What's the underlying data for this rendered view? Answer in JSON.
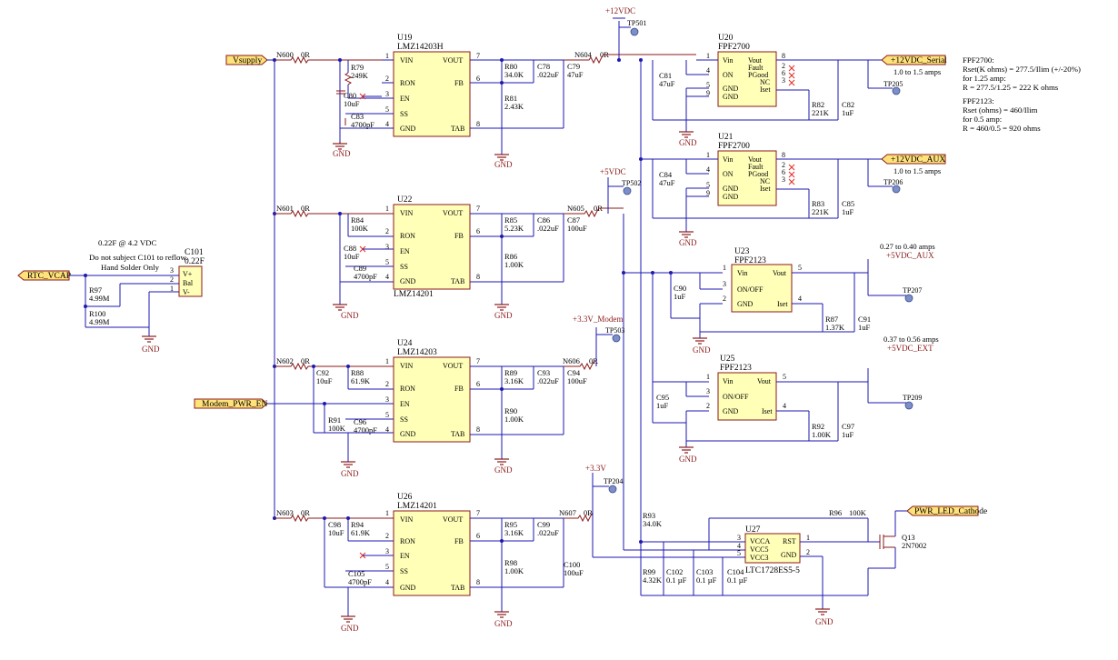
{
  "ports": {
    "vsupply": "Vsupply",
    "rtc_vcap": "RTC_VCAP",
    "modem_pwr_en": "Modem_PWR_EN",
    "v12_serial": "+12VDC_Serial",
    "v12_aux": "+12VDC_AUX",
    "pwr_led_cathode": "PWR_LED_Cathode"
  },
  "power_labels": {
    "p12vdc": "+12VDC",
    "p5vdc": "+5VDC",
    "p3v3_modem": "+3.3V_Modem",
    "p3v3": "+3.3V",
    "p5vdc_aux": "+5VDC_AUX",
    "p5vdc_ext": "+5VDC_EXT",
    "gnd": "GND"
  },
  "testpoints": {
    "tp501": "TP501",
    "tp502": "TP502",
    "tp503": "TP503",
    "tp204": "TP204",
    "tp205": "TP205",
    "tp206": "TP206",
    "tp207": "TP207",
    "tp209": "TP209"
  },
  "nets": {
    "n600": "N600",
    "n601": "N601",
    "n602": "N602",
    "n603": "N603",
    "n604": "N604",
    "n605": "N605",
    "n606": "N606",
    "n607": "N607"
  },
  "zero_ohm": "0R",
  "notes": {
    "supercap_1": "0.22F @ 4.2 VDC",
    "supercap_2": "Do not subject C101 to reflow.",
    "supercap_3": "Hand Solder Only",
    "serial_current": "1.0 to 1.5 amps",
    "aux_current": "1.0 to 1.5 amps",
    "aux5_current": "0.27 to 0.40 amps",
    "ext5_current": "0.37 to 0.56 amps",
    "fpf2700_1": "FPF2700:",
    "fpf2700_2": "Rset(K ohms) = 277.5/Ilim (+/-20%)",
    "fpf2700_3": "for 1.25 amp:",
    "fpf2700_4": "R = 277.5/1.25 = 222 K ohms",
    "fpf2123_1": "FPF2123:",
    "fpf2123_2": "Rset (ohms) = 460/Ilim",
    "fpf2123_3": "for 0.5 amp:",
    "fpf2123_4": "R = 460/0.5 = 920 ohms"
  },
  "c101": {
    "ref": "C101",
    "value": "0.22F",
    "pin_vplus": "V+",
    "pin_bal": "Bal",
    "pin_vminus": "V-",
    "p3": "3",
    "p2": "2",
    "p1": "1"
  },
  "regs": {
    "u19": {
      "ref": "U19",
      "part": "LMZ14203H",
      "vin": "VIN",
      "ron": "RON",
      "en": "EN",
      "ss": "SS",
      "gnd": "GND",
      "vout": "VOUT",
      "fb": "FB",
      "tab": "TAB",
      "p1": "1",
      "p2": "2",
      "p3": "3",
      "p4": "4",
      "p5": "5",
      "p6": "6",
      "p7": "7",
      "p8": "8"
    },
    "u22": {
      "ref": "U22",
      "part": "LMZ14201",
      "vin": "VIN",
      "ron": "RON",
      "en": "EN",
      "ss": "SS",
      "gnd": "GND",
      "vout": "VOUT",
      "fb": "FB",
      "tab": "TAB",
      "p1": "1",
      "p2": "2",
      "p3": "3",
      "p4": "4",
      "p5": "5",
      "p6": "6",
      "p7": "7",
      "p8": "8"
    },
    "u24": {
      "ref": "U24",
      "part": "LMZ14203",
      "vin": "VIN",
      "ron": "RON",
      "en": "EN",
      "ss": "SS",
      "gnd": "GND",
      "vout": "VOUT",
      "fb": "FB",
      "tab": "TAB",
      "p1": "1",
      "p2": "2",
      "p3": "3",
      "p4": "4",
      "p5": "5",
      "p6": "6",
      "p7": "7",
      "p8": "8"
    },
    "u26": {
      "ref": "U26",
      "part": "LMZ14201",
      "vin": "VIN",
      "ron": "RON",
      "en": "EN",
      "ss": "SS",
      "gnd": "GND",
      "vout": "VOUT",
      "fb": "FB",
      "tab": "TAB",
      "p1": "1",
      "p2": "2",
      "p3": "3",
      "p4": "4",
      "p5": "5",
      "p6": "6",
      "p7": "7",
      "p8": "8"
    }
  },
  "switches": {
    "u20": {
      "ref": "U20",
      "part": "FPF2700",
      "vin": "Vin",
      "on": "ON",
      "gnd1": "GND",
      "gnd2": "GND",
      "vout": "Vout",
      "fault": "Fault",
      "pgood": "PGood",
      "nc": "NC",
      "iset": "Iset",
      "p1": "1",
      "p4": "4",
      "p5": "5",
      "p9": "9",
      "p8": "8",
      "p2": "2",
      "p6": "6",
      "p3": "3"
    },
    "u21": {
      "ref": "U21",
      "part": "FPF2700",
      "vin": "Vin",
      "on": "ON",
      "gnd1": "GND",
      "gnd2": "GND",
      "vout": "Vout",
      "fault": "Fault",
      "pgood": "PGood",
      "nc": "NC",
      "iset": "Iset",
      "p1": "1",
      "p4": "4",
      "p5": "5",
      "p9": "9",
      "p8": "8",
      "p2": "2",
      "p6": "6",
      "p3": "3"
    },
    "u23": {
      "ref": "U23",
      "part": "FPF2123",
      "vin": "Vin",
      "on": "ON/OFF",
      "gnd": "GND",
      "vout": "Vout",
      "iset": "Iset",
      "p1": "1",
      "p3": "3",
      "p2": "2",
      "p5": "5",
      "p4": "4"
    },
    "u25": {
      "ref": "U25",
      "part": "FPF2123",
      "vin": "Vin",
      "on": "ON/OFF",
      "gnd": "GND",
      "vout": "Vout",
      "iset": "Iset",
      "p1": "1",
      "p3": "3",
      "p2": "2",
      "p5": "5",
      "p4": "4"
    },
    "u27": {
      "ref": "U27",
      "part": "LTC1728ES5-5",
      "vcca": "VCCA",
      "vcc5": "VCC5",
      "vcc3": "VCC3",
      "rst": "RST",
      "gnd": "GND",
      "p3": "3",
      "p4": "4",
      "p5": "5",
      "p1": "1",
      "p2": "2"
    }
  },
  "q13": {
    "ref": "Q13",
    "part": "2N7002"
  },
  "parts": {
    "r79": [
      "R79",
      "249K"
    ],
    "c80": [
      "C80",
      "10uF"
    ],
    "c83": [
      "C83",
      "4700pF"
    ],
    "r80": [
      "R80",
      "34.0K"
    ],
    "r81": [
      "R81",
      "2.43K"
    ],
    "c78": [
      "C78",
      ".022uF"
    ],
    "c79": [
      "C79",
      "47uF"
    ],
    "r84": [
      "R84",
      "100K"
    ],
    "c88": [
      "C88",
      "10uF"
    ],
    "c89": [
      "C89",
      "4700pF"
    ],
    "r85": [
      "R85",
      "5.23K"
    ],
    "r86": [
      "R86",
      "1.00K"
    ],
    "c86": [
      "C86",
      ".022uF"
    ],
    "c87": [
      "C87",
      "100uF"
    ],
    "c92": [
      "C92",
      "10uF"
    ],
    "r88": [
      "R88",
      "61.9K"
    ],
    "r91": [
      "R91",
      "100K"
    ],
    "c96": [
      "C96",
      "4700pF"
    ],
    "r89": [
      "R89",
      "3.16K"
    ],
    "r90": [
      "R90",
      "1.00K"
    ],
    "c93": [
      "C93",
      ".022uF"
    ],
    "c94": [
      "C94",
      "100uF"
    ],
    "c98": [
      "C98",
      "10uF"
    ],
    "r94": [
      "R94",
      "61.9K"
    ],
    "c105": [
      "C105",
      "4700pF"
    ],
    "r95": [
      "R95",
      "3.16K"
    ],
    "r98": [
      "R98",
      "1.00K"
    ],
    "c99": [
      "C99",
      ".022uF"
    ],
    "c100": [
      "C100",
      "100uF"
    ],
    "c81": [
      "C81",
      "47uF"
    ],
    "r82": [
      "R82",
      "221K"
    ],
    "c82": [
      "C82",
      "1uF"
    ],
    "c84": [
      "C84",
      "47uF"
    ],
    "r83": [
      "R83",
      "221K"
    ],
    "c85": [
      "C85",
      "1uF"
    ],
    "c90": [
      "C90",
      "1uF"
    ],
    "r87": [
      "R87",
      "1.37K"
    ],
    "c91": [
      "C91",
      "1uF"
    ],
    "c95": [
      "C95",
      "1uF"
    ],
    "r92": [
      "R92",
      "1.00K"
    ],
    "c97": [
      "C97",
      "1uF"
    ],
    "r93": [
      "R93",
      "34.0K"
    ],
    "r99": [
      "R99",
      "4.32K"
    ],
    "c102": [
      "C102",
      "0.1 µF"
    ],
    "c103": [
      "C103",
      "0.1 µF"
    ],
    "c104": [
      "C104",
      "0.1 µF"
    ],
    "r96": [
      "R96",
      "100K"
    ],
    "r97": [
      "R97",
      "4.99M"
    ],
    "r100": [
      "R100",
      "4.99M"
    ]
  }
}
